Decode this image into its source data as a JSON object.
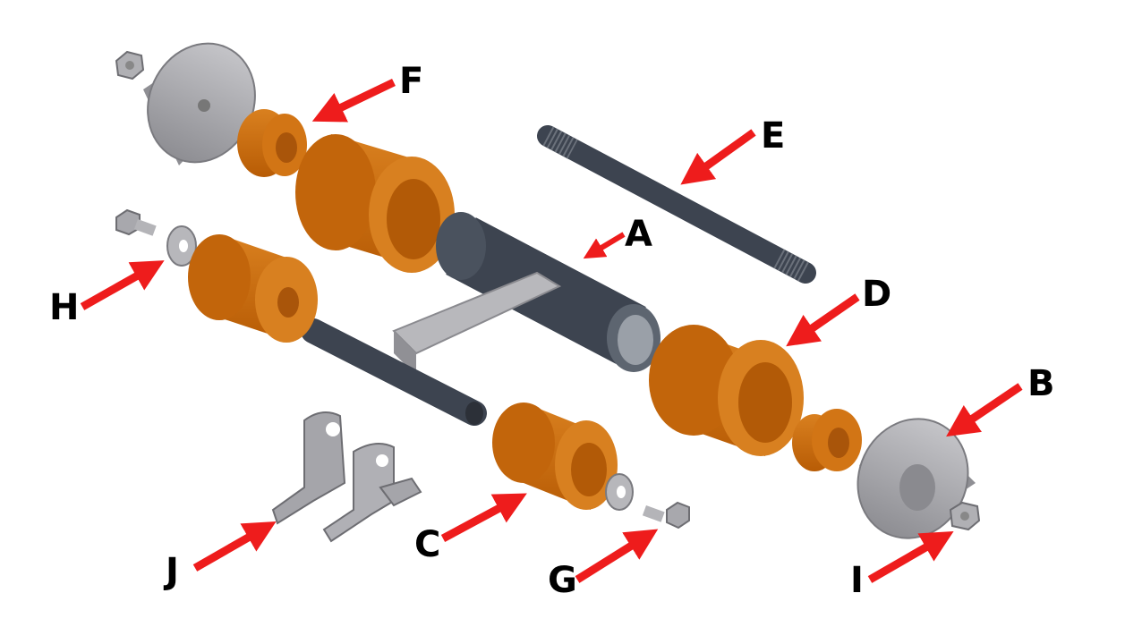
{
  "colors": {
    "bushing": "#c8690a",
    "steel_dark": "#3d4450",
    "steel_light": "#a9a9ad",
    "arrow": "#ee1c1c"
  },
  "labels": {
    "A": "A",
    "B": "B",
    "C": "C",
    "D": "D",
    "E": "E",
    "F": "F",
    "G": "G",
    "H": "H",
    "I": "I",
    "J": "J"
  }
}
